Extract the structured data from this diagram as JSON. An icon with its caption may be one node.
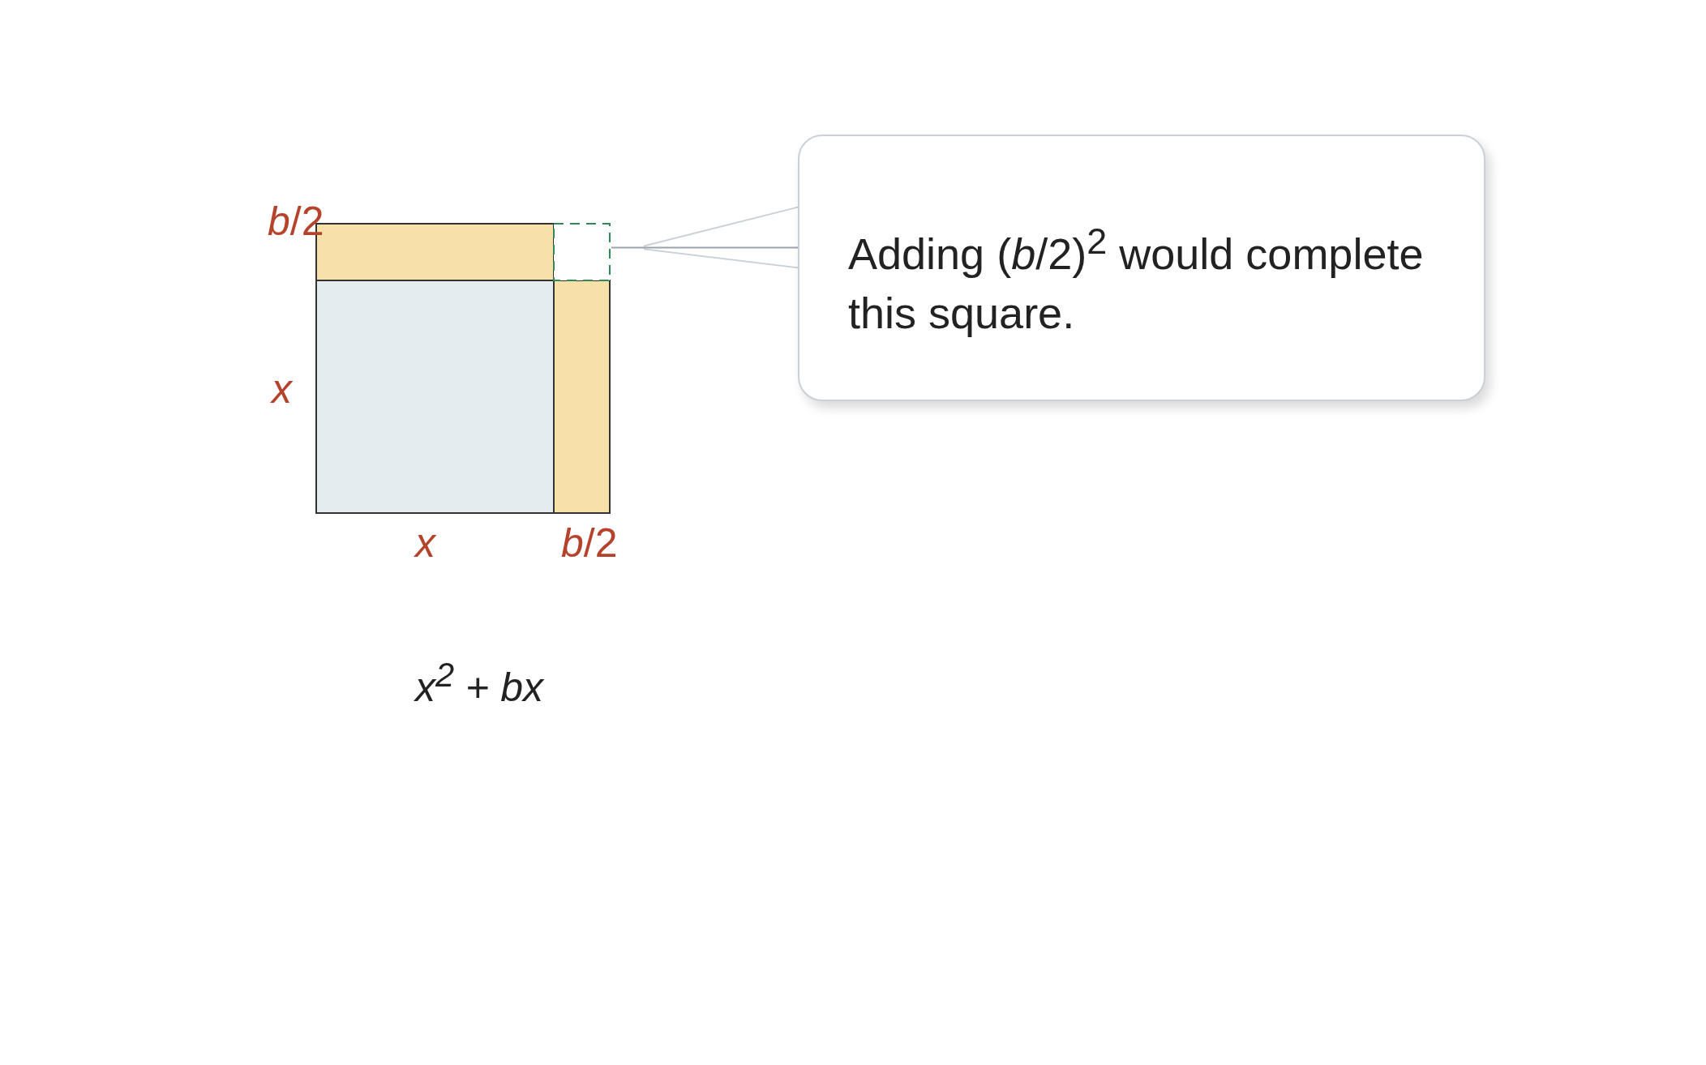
{
  "diagram": {
    "nodes": [
      {
        "text": [
          "Adding (*b*/2)$^{2}$ would complete this square."
        ]
      },
      {
        "text": [],
        "shape": "box"
      }
    ],
    "edges": [
      {
        "from": 0,
        "to": 1,
        "arrow": "none"
      }
    ],
    "labels": [
      "*b*/2",
      "x",
      "x",
      "*b*/2",
      "x$^{2}$ + bx"
    ]
  }
}
